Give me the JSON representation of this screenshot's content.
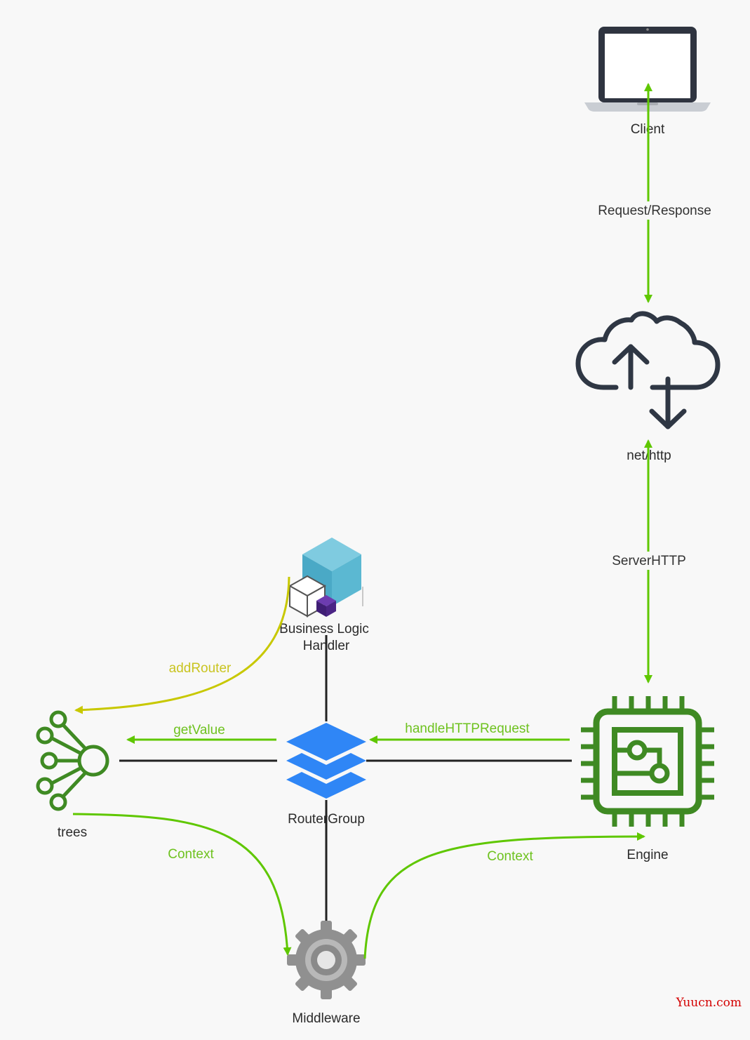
{
  "colors": {
    "green_arrow": "#5fc700",
    "green_label": "#6ec21f",
    "yellow_arrow": "#c8c800",
    "yellow_label": "#c9c420",
    "dark_line": "#222222",
    "tree_icon": "#3f8a23",
    "engine_icon": "#3f8a23",
    "cloud_icon": "#2f3744",
    "router_icon": "#2f86f6",
    "gear_icon": "#909090",
    "cube_teal": "#55b6cf",
    "cube_purple": "#4b2585",
    "watermark": "#d40000"
  },
  "nodes": {
    "client": {
      "label": "Client",
      "icon": "laptop-icon"
    },
    "nethttp": {
      "label": "net/http",
      "icon": "cloud-upload-download-icon"
    },
    "engine": {
      "label": "Engine",
      "icon": "cpu-chip-icon"
    },
    "routergroup": {
      "label": "RouterGroup",
      "icon": "stacked-layers-icon"
    },
    "business": {
      "label_line1": "Business Logic",
      "label_line2": "Handler",
      "icon": "cubes-icon"
    },
    "trees": {
      "label": "trees",
      "icon": "tree-nodes-icon"
    },
    "middleware": {
      "label": "Middleware",
      "icon": "gear-icon"
    }
  },
  "edges": {
    "request_response": {
      "label": "Request/Response"
    },
    "serverhttp": {
      "label": "ServerHTTP"
    },
    "handle_http_request": {
      "label": "handleHTTPRequest"
    },
    "get_value": {
      "label": "getValue"
    },
    "add_router": {
      "label": "addRouter"
    },
    "context_left": {
      "label": "Context"
    },
    "context_right": {
      "label": "Context"
    }
  },
  "watermark": {
    "text": "Yuucn.com"
  }
}
